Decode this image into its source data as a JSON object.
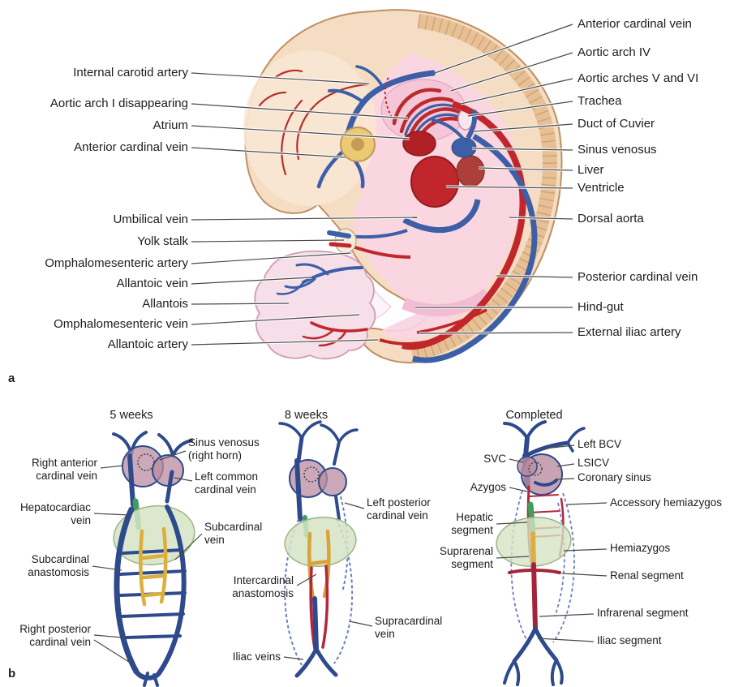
{
  "figure": {
    "panel_a_marker": "a",
    "panel_b_marker": "b"
  },
  "part_a": {
    "left_labels": [
      "Internal carotid artery",
      "Aortic arch I disappearing",
      "Atrium",
      "Anterior cardinal vein",
      "Umbilical vein",
      "Yolk stalk",
      "Omphalomesenteric artery",
      "Allantoic vein",
      "Allantois",
      "Omphalomesenteric vein",
      "Allantoic artery"
    ],
    "right_labels": [
      "Anterior cardinal vein",
      "Aortic arch IV",
      "Aortic arches V and VI",
      "Trachea",
      "Duct of Cuvier",
      "Sinus venosus",
      "Liver",
      "Ventricle",
      "Dorsal aorta",
      "Posterior cardinal vein",
      "Hind-gut",
      "External iliac artery"
    ]
  },
  "part_b": {
    "panels": [
      {
        "title": "5 weeks",
        "labels": [
          "Sinus venosus (right horn)",
          "Right anterior cardinal vein",
          "Left common cardinal vein",
          "Hepatocardiac vein",
          "Subcardinal vein",
          "Subcardinal anastomosis",
          "Right posterior cardinal vein"
        ]
      },
      {
        "title": "8 weeks",
        "labels": [
          "Left posterior cardinal vein",
          "Intercardinal anastomosis",
          "Supracardinal vein",
          "Iliac veins"
        ]
      },
      {
        "title": "Completed",
        "labels": [
          "Left BCV",
          "SVC",
          "LSICV",
          "Coronary sinus",
          "Azygos",
          "Accessory hemiazygos",
          "Hepatic segment",
          "Hemiazygos",
          "Suprarenal segment",
          "Renal segment",
          "Infrarenal segment",
          "Iliac segment"
        ]
      }
    ]
  },
  "colors": {
    "artery_red": "#bf2428",
    "vein_blue": "#3c5fa8",
    "deep_red": "#a3243a",
    "body_tan": "#f5ddc3",
    "inner_pink": "#f8d5e3",
    "liver_green": "#dce7cb",
    "subcardinal_yellow": "#dcaf3c",
    "hepatic_green": "#3f9e5f"
  }
}
